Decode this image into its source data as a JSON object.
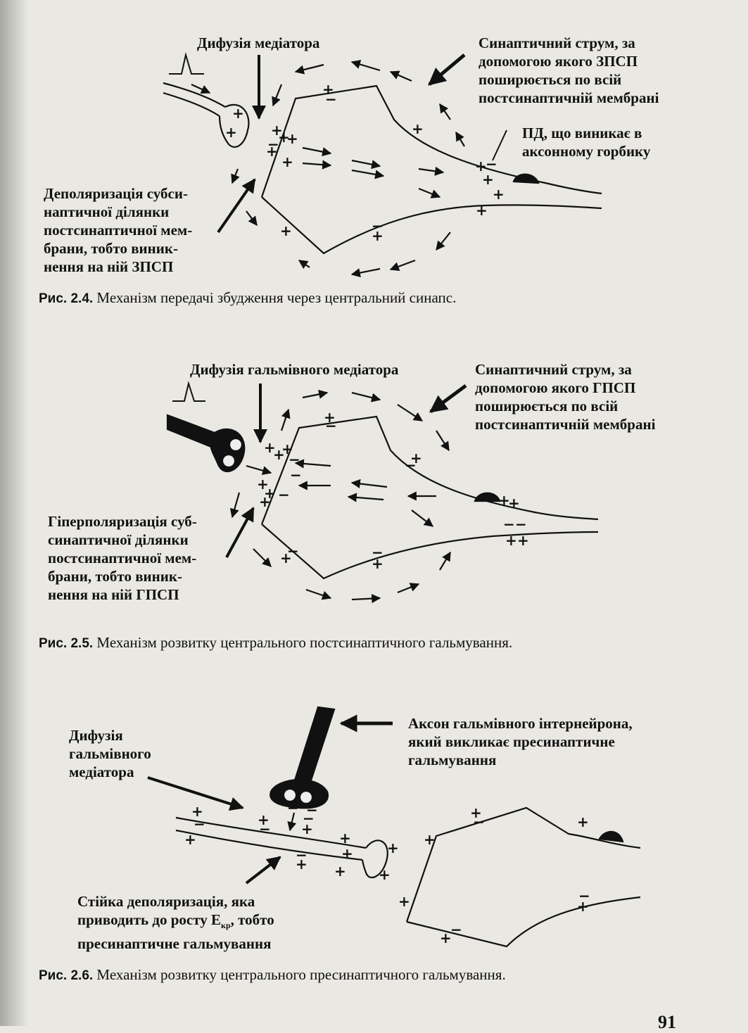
{
  "figures": [
    {
      "id": "fig-2-4",
      "caption_number": "Рис. 2.4.",
      "caption_text": "Механізм передачі збудження через центральний синапс.",
      "labels": {
        "diffusion": "Дифузія медіатора",
        "current": "Синаптичний струм, за\nдопомогою якого ЗПСП\nпоширюється по всій\nпостсинаптичній мембрані",
        "ap": "ПД, що виникає в\nаксонному горбику",
        "depolarization": "Деполяризація субси-\nнаптичної ділянки\nпостсинаптичної мем-\nбрани, тобто виник-\nнення на ній ЗПСП"
      }
    },
    {
      "id": "fig-2-5",
      "caption_number": "Рис. 2.5.",
      "caption_text": "Механізм розвитку центрального постсинаптичного гальмування.",
      "labels": {
        "diffusion": "Дифузія гальмівного медіатора",
        "current": "Синаптичний струм, за\nдопомогою якого ГПСП\nпоширюється по всій\nпостсинаптичній мембрані",
        "hyperpolarization": "Гіперполяризація суб-\nсинаптичної ділянки\nпостсинаптичної мем-\nбрани, тобто виник-\nнення на ній ГПСП"
      }
    },
    {
      "id": "fig-2-6",
      "caption_number": "Рис. 2.6.",
      "caption_text": "Механізм розвитку центрального пресинаптичного гальмування.",
      "labels": {
        "diffusion": "Дифузія\nгальмівного\nмедіатора",
        "axon": "Аксон гальмівного інтернейрона,\nякий викликає пресинаптичне\nгальмування",
        "stable_prefix": "Стійка деполяризація, яка\nприводить до росту Е",
        "stable_sub": "кр",
        "stable_suffix": ", тобто\nпресинаптичне гальмування"
      }
    }
  ],
  "page_number": "91",
  "colors": {
    "ink": "#111111",
    "paper": "#e9e8e3"
  }
}
